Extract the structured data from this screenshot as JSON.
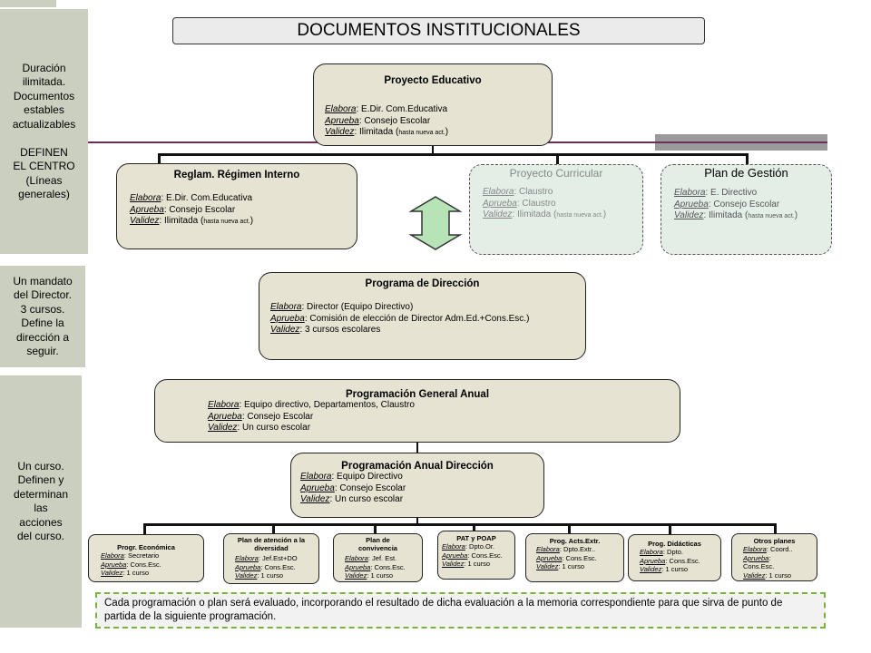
{
  "title": "DOCUMENTOS INSTITUCIONALES",
  "sidebar": [
    {
      "text": "Duración\nilimitada.\nDocumentos\nestables\nactualizables\n\nDEFINEN\nEL CENTRO\n(Líneas\ngenerales)"
    },
    {
      "text": "Un mandato\ndel Director.\n3 cursos.\nDefine la\ndirección a\nseguir."
    },
    {
      "text": "Un curso.\nDefinen y\ndeterminan\nlas\nacciones\ndel curso."
    }
  ],
  "labels": {
    "elabora": "Elabora",
    "aprueba": "Aprueba",
    "validez": "Validez"
  },
  "proyecto_educativo": {
    "title": "Proyecto Educativo",
    "elabora": ": E.Dir. Com.Educativa",
    "aprueba": ": Consejo Escolar",
    "validez": ": Ilimitada (",
    "validez_small": "hasta nueva act.",
    "validez_end": ")"
  },
  "reglamento": {
    "title": "Reglam. Régimen Interno",
    "elabora": ": E.Dir. Com.Educativa",
    "aprueba": ": Consejo Escolar",
    "validez": ": Ilimitada (",
    "validez_small": "hasta nueva act.",
    "validez_end": ")"
  },
  "proyecto_curricular": {
    "title": "Proyecto Curricular",
    "elabora": ": Claustro",
    "aprueba": ": Claustro",
    "validez": ": Ilimitada (",
    "validez_small": "hasta nueva act.",
    "validez_end": ")"
  },
  "plan_gestion": {
    "title": "Plan de Gestión",
    "elabora": ": E. Directivo",
    "aprueba": ": Consejo Escolar",
    "validez": ": Ilimitada (",
    "validez_small": "hasta nueva act.",
    "validez_end": ")"
  },
  "programa_direccion": {
    "title": "Programa de Dirección",
    "elabora": ": Director (Equipo Directivo)",
    "aprueba": ": Comisión de elección de Director Adm.Ed.+Cons.Esc.)",
    "validez": ": 3 cursos escolares"
  },
  "pga": {
    "title": "Programación General Anual",
    "elabora": ": Equipo directivo, Departamentos, Claustro",
    "aprueba": ": Consejo Escolar",
    "validez": ": Un curso escolar"
  },
  "pad": {
    "title": "Programación Anual Dirección",
    "elabora": ": Equipo Directivo",
    "aprueba": ": Consejo Escolar",
    "validez": ": Un curso escolar"
  },
  "plans": [
    {
      "title": "Progr. Económica",
      "elabora": ": Secretario",
      "aprueba": ": Cons.Esc.",
      "validez": ": 1 curso"
    },
    {
      "title": "Plan de atención a la diversidad",
      "elabora": ": Jef.Est+DO",
      "aprueba": ": Cons.Esc.",
      "validez": ": 1 curso"
    },
    {
      "title": "Plan de convivencia",
      "elabora": ": Jef. Est.",
      "aprueba": ": Cons.Esc.",
      "validez": ": 1 curso"
    },
    {
      "title": "PAT y POAP",
      "elabora": ": Dpto.Or.",
      "aprueba": ": Cons.Esc.",
      "validez": ": 1 curso"
    },
    {
      "title": "Prog. Acts.Extr.",
      "elabora": ": Dpto.Extr..",
      "aprueba": ": Cons.Esc.",
      "validez": ": 1 curso"
    },
    {
      "title": "Prog. Didácticas",
      "elabora": ": Dpto.",
      "aprueba": ": Cons.Esc.",
      "validez": ": 1 curso"
    },
    {
      "title": "Otros planes",
      "elabora": ": Coord..",
      "aprueba": ":",
      "aprueba_extra": "Cons.Esc.",
      "validez": ": 1 curso"
    }
  ],
  "footer_note": "Cada programación o plan será evaluado, incorporando el resultado de dicha evaluación a la memoria correspondiente para que sirva de punto de partida de la siguiente programación.",
  "colors": {
    "sidebar": "#cbcfbf",
    "box": "#e6e3d2",
    "accent_bar": "#6b2d5c",
    "arrow": "#b7e4b7",
    "footer_bg": "#f2f2f2",
    "footer_border": "#7ab33a"
  }
}
